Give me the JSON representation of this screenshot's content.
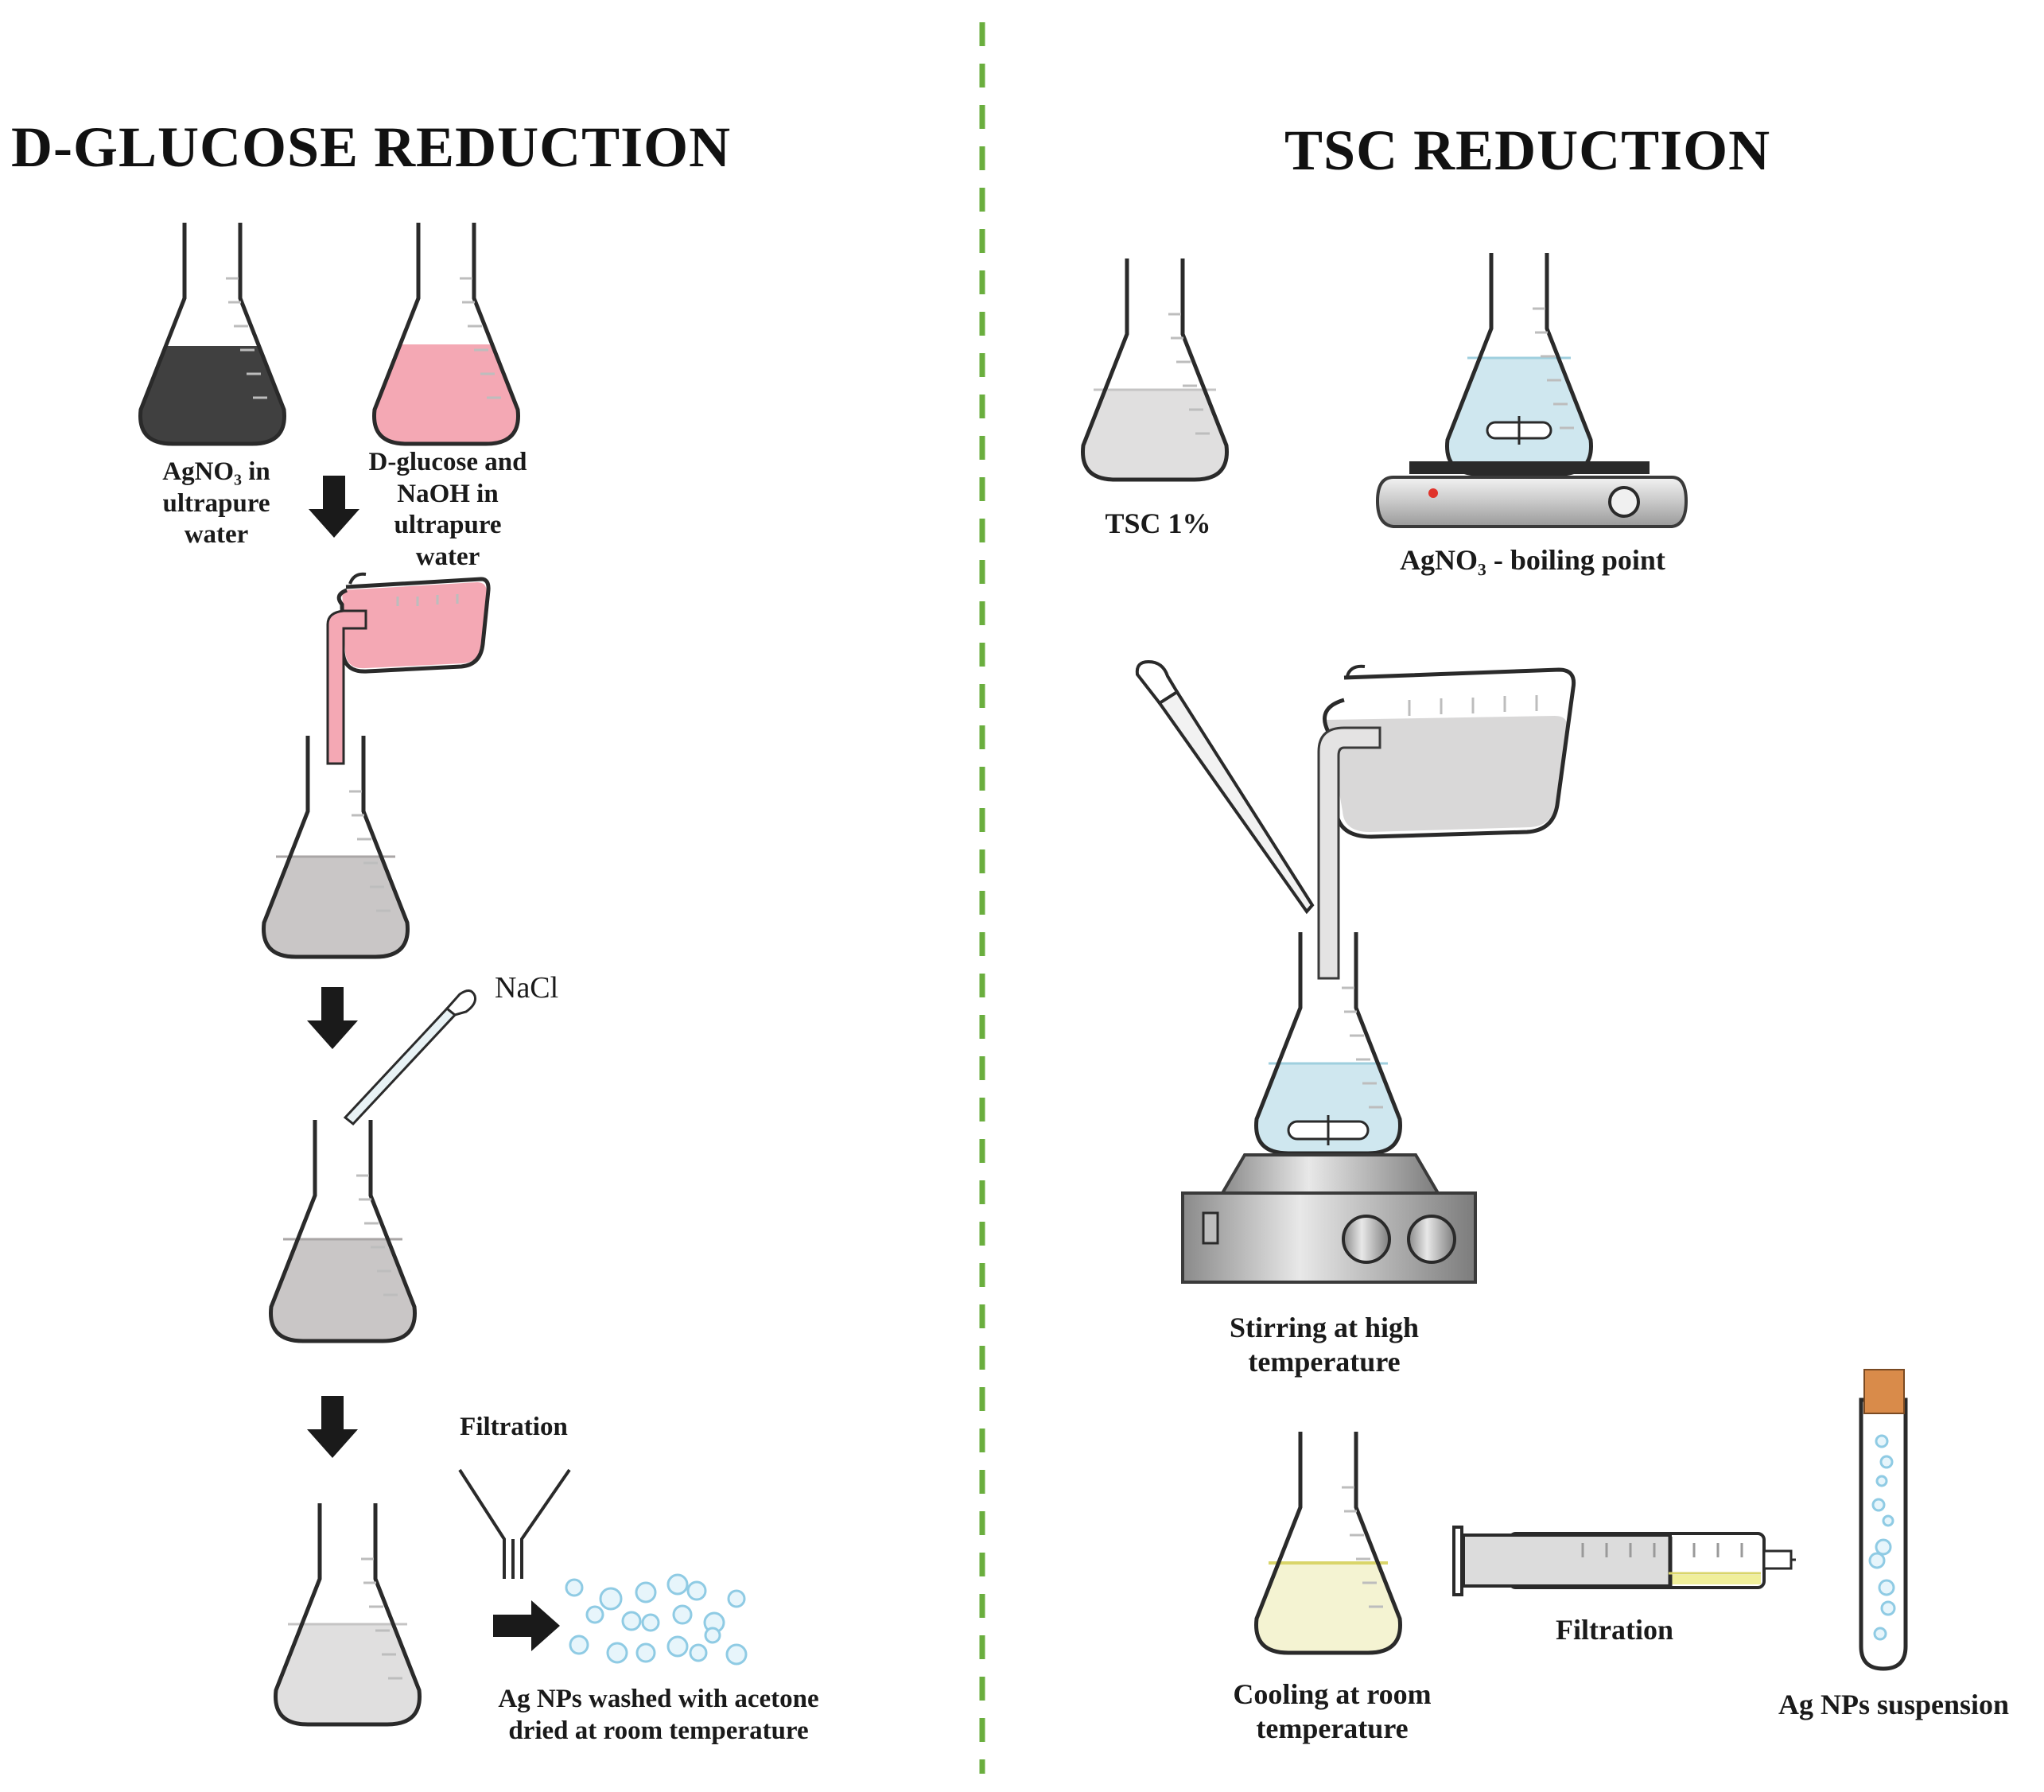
{
  "left": {
    "title": "D-GLUCOSE REDUCTION",
    "agno3_label": "AgNO₃ in\nultrapure\nwater",
    "glucose_label": "D-glucose and\nNaOH in\nultrapure\nwater",
    "nacl_label": "NaCl",
    "filtration_label": "Filtration",
    "result_label": "Ag NPs washed with acetone\ndried at room temperature"
  },
  "right": {
    "title": "TSC REDUCTION",
    "tsc_label": "TSC 1%",
    "agno3_label": "AgNO₃ - boiling point",
    "stirring_label": "Stirring at high\ntemperature",
    "cooling_label": "Cooling at room\ntemperature",
    "filtration_label": "Filtration",
    "suspension_label": "Ag NPs suspension"
  },
  "colors": {
    "dark_liquid": "#404040",
    "pink_liquid": "#f4a8b4",
    "grey_liquid": "#c9c6c6",
    "light_grey_liquid": "#e0dfdf",
    "blue_liquid": "#cfe7ef",
    "yellow_liquid": "#f4f3d2",
    "divider": "#6aae3e",
    "particle": "#a8d8ec",
    "cap": "#d98b4a"
  }
}
